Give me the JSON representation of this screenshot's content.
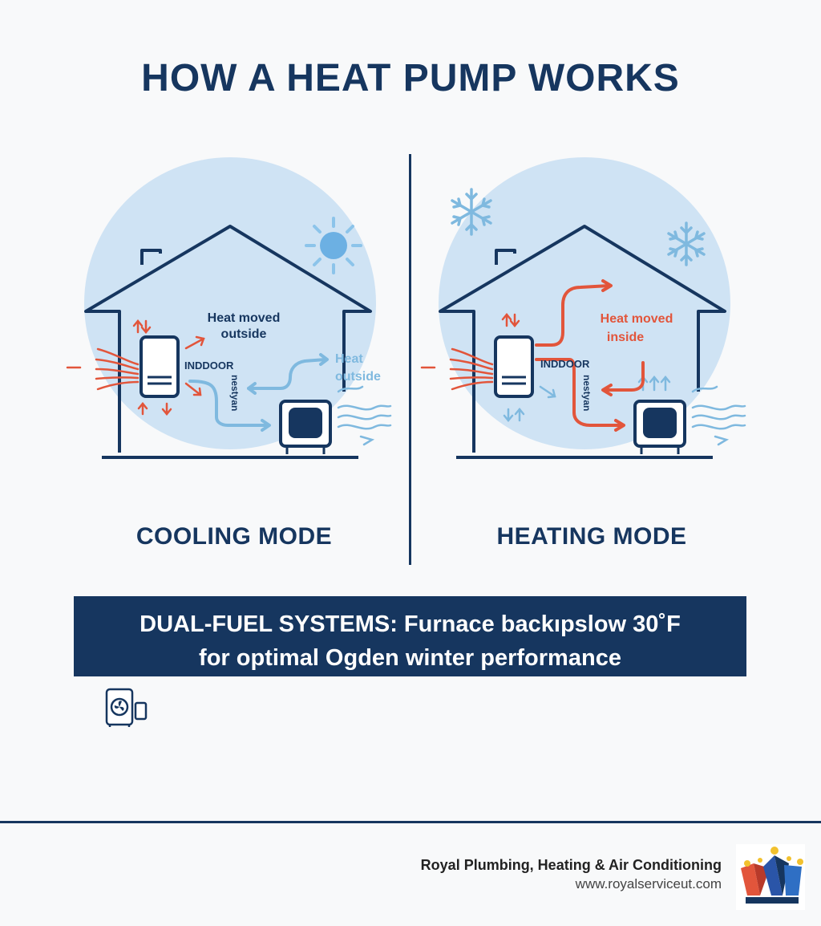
{
  "title": "HOW A HEAT PUMP WORKS",
  "cooling": {
    "mode_label": "COOLING MODE",
    "heat_moved_line1": "Heat moved",
    "heat_moved_line2": "outside",
    "indoor_label": "INDDOOR",
    "pipe_label": "nestyan",
    "heat_label_line1": "Heat",
    "heat_label_line2": "outside",
    "icon": "sun-icon"
  },
  "heating": {
    "mode_label": "HEATING MODE",
    "heat_moved_line1": "Heat moved",
    "heat_moved_line2": "inside",
    "indoor_label": "INDDOOR",
    "pipe_label": "nestyan",
    "icon": "snowflake-icon"
  },
  "banner": {
    "line1": "DUAL-FUEL SYSTEMS: Furnace backıpslow 30˚F",
    "line2": "for optimal Ogden winter performance"
  },
  "footer": {
    "company": "Royal Plumbing, Heating & Air Conditioning",
    "website": "www.royalserviceut.com"
  },
  "colors": {
    "navy": "#16365f",
    "red": "#e2553b",
    "light_blue": "#7fb9df",
    "circle": "#cfe3f4"
  }
}
